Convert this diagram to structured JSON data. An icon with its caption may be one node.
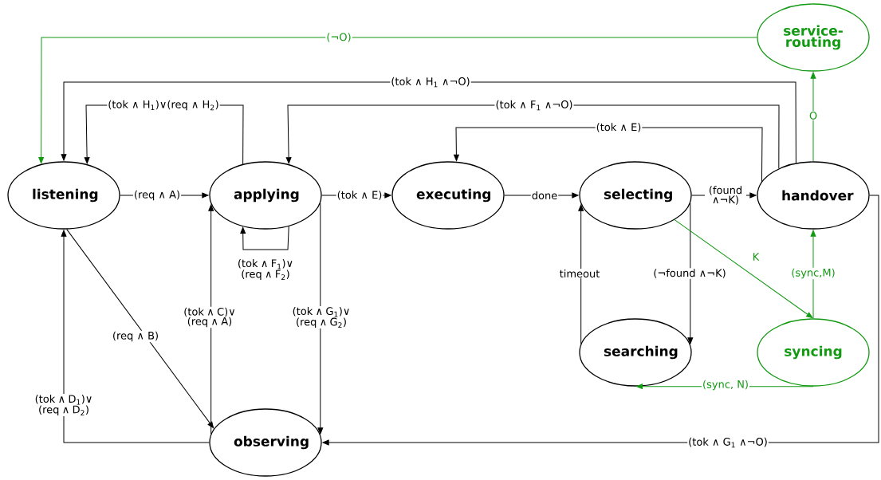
{
  "diagram": {
    "nodes": [
      {
        "text": [
          "listening"
        ]
      },
      {
        "text": [
          "applying"
        ]
      },
      {
        "text": [
          "executing"
        ]
      },
      {
        "text": [
          "selecting"
        ]
      },
      {
        "text": [
          "handover"
        ]
      },
      {
        "text": [
          "service-routing"
        ]
      },
      {
        "text": [
          "syncing"
        ]
      },
      {
        "text": [
          "searching"
        ]
      },
      {
        "text": [
          "observing"
        ]
      }
    ],
    "edges": [
      {
        "from": 0,
        "to": 1,
        "arrow": "to",
        "label": "(req ∧ A)"
      },
      {
        "from": 1,
        "to": 2,
        "arrow": "to",
        "label": "(tok ∧ E)"
      },
      {
        "from": 2,
        "to": 3,
        "arrow": "to",
        "label": "done"
      },
      {
        "from": 3,
        "to": 4,
        "arrow": "to",
        "label": "(found ∧¬K)"
      },
      {
        "from": 4,
        "to": 5,
        "arrow": "to",
        "label": "O",
        "color": "#139a13"
      },
      {
        "from": 5,
        "to": 0,
        "arrow": "to",
        "label": "(¬O)",
        "color": "#139a13"
      },
      {
        "from": 4,
        "to": 0,
        "arrow": "to",
        "label": "(tok ∧ H$_{1}$ ∧¬O)"
      },
      {
        "from": 1,
        "to": 0,
        "arrow": "to",
        "label": "(tok ∧ H$_{1}$)∨(req ∧ H$_{2}$)"
      },
      {
        "from": 4,
        "to": 1,
        "arrow": "to",
        "label": "(tok ∧ F$_{1}$ ∧¬O)"
      },
      {
        "from": 4,
        "to": 2,
        "arrow": "to",
        "label": "(tok ∧ E)"
      },
      {
        "from": 1,
        "to": 1,
        "arrow": "to",
        "label": "(tok ∧ F$_{1}$)∨ (req ∧ F$_{2}$)"
      },
      {
        "from": 1,
        "to": 8,
        "arrow": "to",
        "label": "(tok ∧ G$_{1}$)∨ (req ∧ G$_{2}$)"
      },
      {
        "from": 8,
        "to": 1,
        "arrow": "to",
        "label": "(tok ∧ C)∨ (req ∧ A)"
      },
      {
        "from": 0,
        "to": 8,
        "arrow": "to",
        "label": "(req ∧ B)"
      },
      {
        "from": 8,
        "to": 0,
        "arrow": "to",
        "label": "(tok ∧ D$_{1}$)∨ (req ∧ D$_{2}$)"
      },
      {
        "from": 4,
        "to": 8,
        "arrow": "to",
        "label": "(tok ∧ G$_{1}$ ∧¬O)"
      },
      {
        "from": 3,
        "to": 7,
        "arrow": "to",
        "label": "(¬found ∧¬K)"
      },
      {
        "from": 7,
        "to": 3,
        "arrow": "to",
        "label": "timeout"
      },
      {
        "from": 3,
        "to": 6,
        "arrow": "to",
        "label": "K",
        "color": "#139a13"
      },
      {
        "from": 6,
        "to": 4,
        "arrow": "to",
        "label": "(sync,M)",
        "color": "#139a13"
      },
      {
        "from": 6,
        "to": 7,
        "arrow": "to",
        "label": "(sync, N)",
        "color": "#139a13"
      }
    ]
  }
}
